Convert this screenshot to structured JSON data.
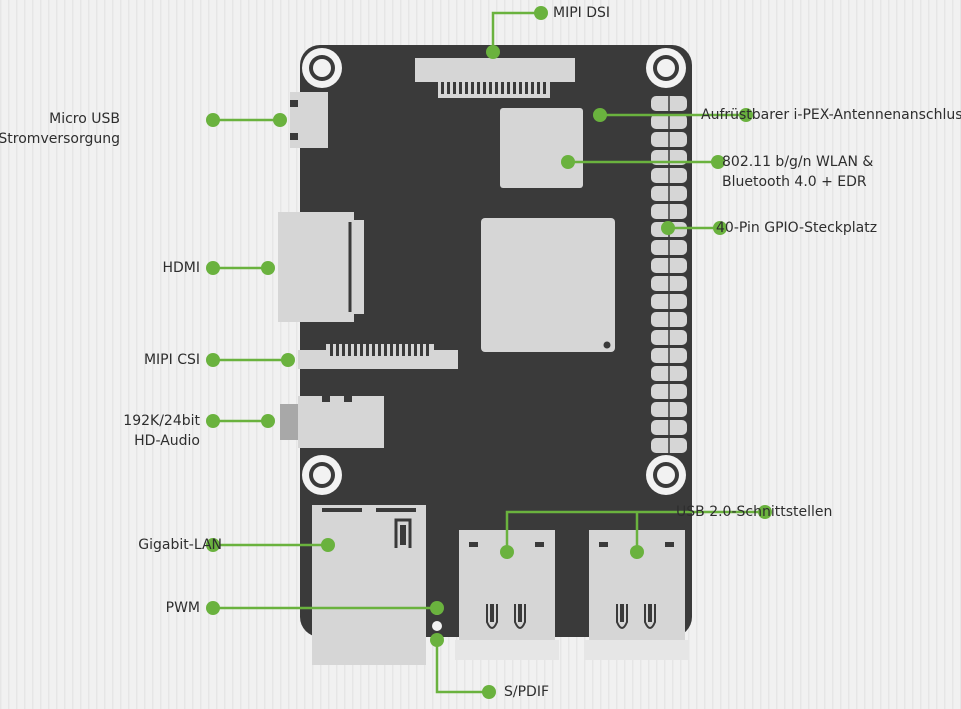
{
  "colors": {
    "background": "#f1f1f1",
    "board": "#3a3a3a",
    "component": "#d6d6d6",
    "component_dark": "#a8a8a8",
    "accent": "#6ab23e",
    "text": "#2e2e2e"
  },
  "labels": {
    "mipi_dsi": "MIPI DSI",
    "micro_usb": [
      "Micro USB",
      "Stromversorgung"
    ],
    "ipex": "Aufrüstbarer i-PEX-Antennenanschluss",
    "wlan": [
      "802.11 b/g/n WLAN &",
      "Bluetooth 4.0 + EDR"
    ],
    "gpio": "40-Pin GPIO-Steckplatz",
    "hdmi": "HDMI",
    "mipi_csi": "MIPI CSI",
    "audio": [
      "192K/24bit",
      "HD-Audio"
    ],
    "lan": "Gigabit-LAN",
    "usb": "USB 2.0-Schnittstellen",
    "pwm": "PWM",
    "spdif": "S/PDIF"
  }
}
